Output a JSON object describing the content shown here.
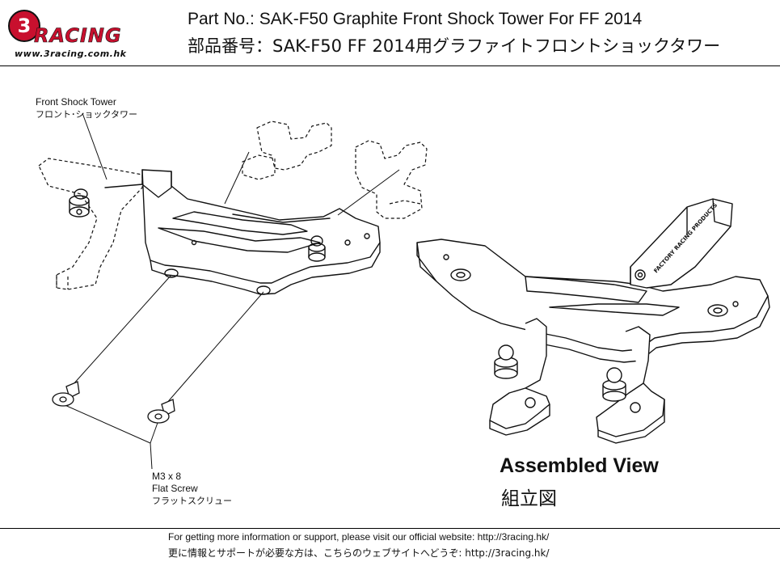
{
  "header": {
    "logo": {
      "badge": "3",
      "word": "RACING",
      "url": "www.3racing.com.hk"
    },
    "title_en": "Part No.: SAK-F50 Graphite Front Shock Tower For FF 2014",
    "title_jp": "部品番号：SAK-F50 FF 2014用グラファイトフロントショックタワー"
  },
  "callouts": {
    "front_shock_tower_en": "Front Shock Tower",
    "front_shock_tower_jp": "フロント･ショックタワー",
    "screw_size": "M3 x 8",
    "screw_name_en": "Flat Screw",
    "screw_name_jp": "フラットスクリュー"
  },
  "assembled": {
    "title_en": "Assembled View",
    "title_jp": "組立図",
    "tower_engraving": "FACTORY RACING PRODUCTS"
  },
  "footer": {
    "line_en": "For getting more information or support, please visit our official website: http://3racing.hk/",
    "line_jp": "更に情報とサポートが必要な方は、こちらのウェブサイトへどうぞ: http://3racing.hk/"
  },
  "colors": {
    "brand_red": "#c8102e",
    "line": "#111111"
  }
}
